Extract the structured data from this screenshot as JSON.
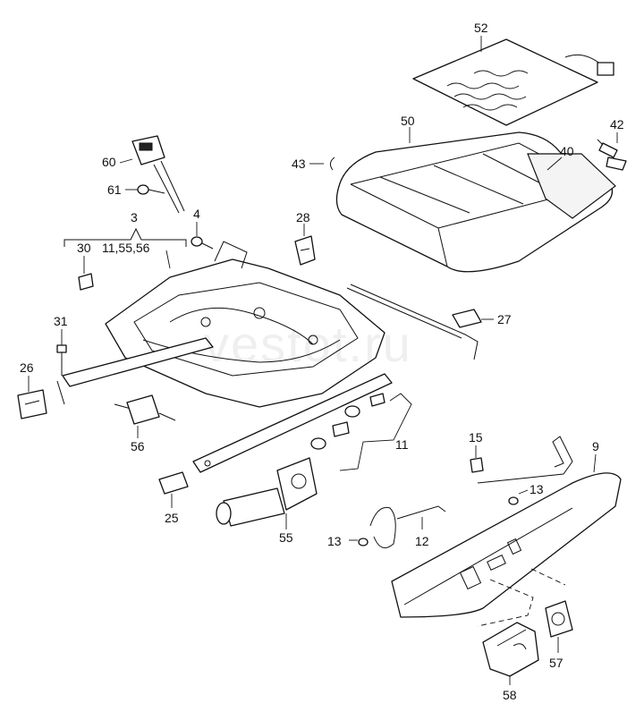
{
  "watermark": "vestot.ru",
  "labels": {
    "p52": "52",
    "p50": "50",
    "p42": "42",
    "p40": "40",
    "p43": "43",
    "p60": "60",
    "p61": "61",
    "p3": "3",
    "p3_sub": "11,55,56",
    "p4": "4",
    "p28": "28",
    "p30": "30",
    "p31": "31",
    "p27": "27",
    "p26": "26",
    "p56": "56",
    "p11": "11",
    "p15": "15",
    "p9": "9",
    "p13a": "13",
    "p13b": "13",
    "p12": "12",
    "p25": "25",
    "p55": "55",
    "p57": "57",
    "p58": "58"
  }
}
